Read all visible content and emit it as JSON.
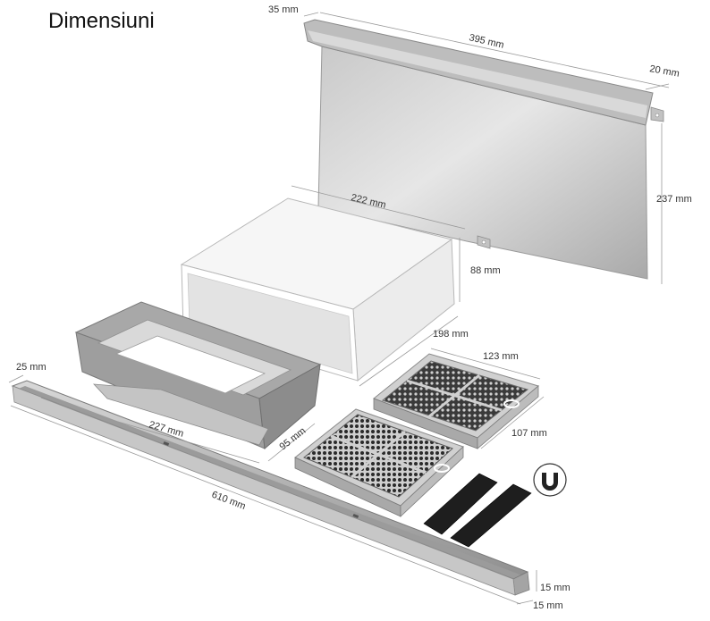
{
  "title": "Dimensiuni",
  "colors": {
    "steel_light": "#d4d4d4",
    "steel_mid": "#b0b0b0",
    "steel_dark": "#8a8a8a",
    "white_part": "#f7f7f7",
    "foam": "#1e1e1e"
  },
  "icons": [
    "magnet-icon"
  ],
  "dimensions": {
    "panel_depth": "35 mm",
    "panel_width": "395 mm",
    "panel_lip": "20 mm",
    "panel_height": "237 mm",
    "duct_width": "222 mm",
    "duct_height": "88 mm",
    "duct_depth": "198 mm",
    "frame_depth": "95 mm",
    "frame_width": "227 mm",
    "rail_width": "25 mm",
    "rail_length": "610 mm",
    "rail_height": "15 mm",
    "rail_depth": "15 mm",
    "filter_width": "123 mm",
    "filter_depth": "107 mm"
  }
}
